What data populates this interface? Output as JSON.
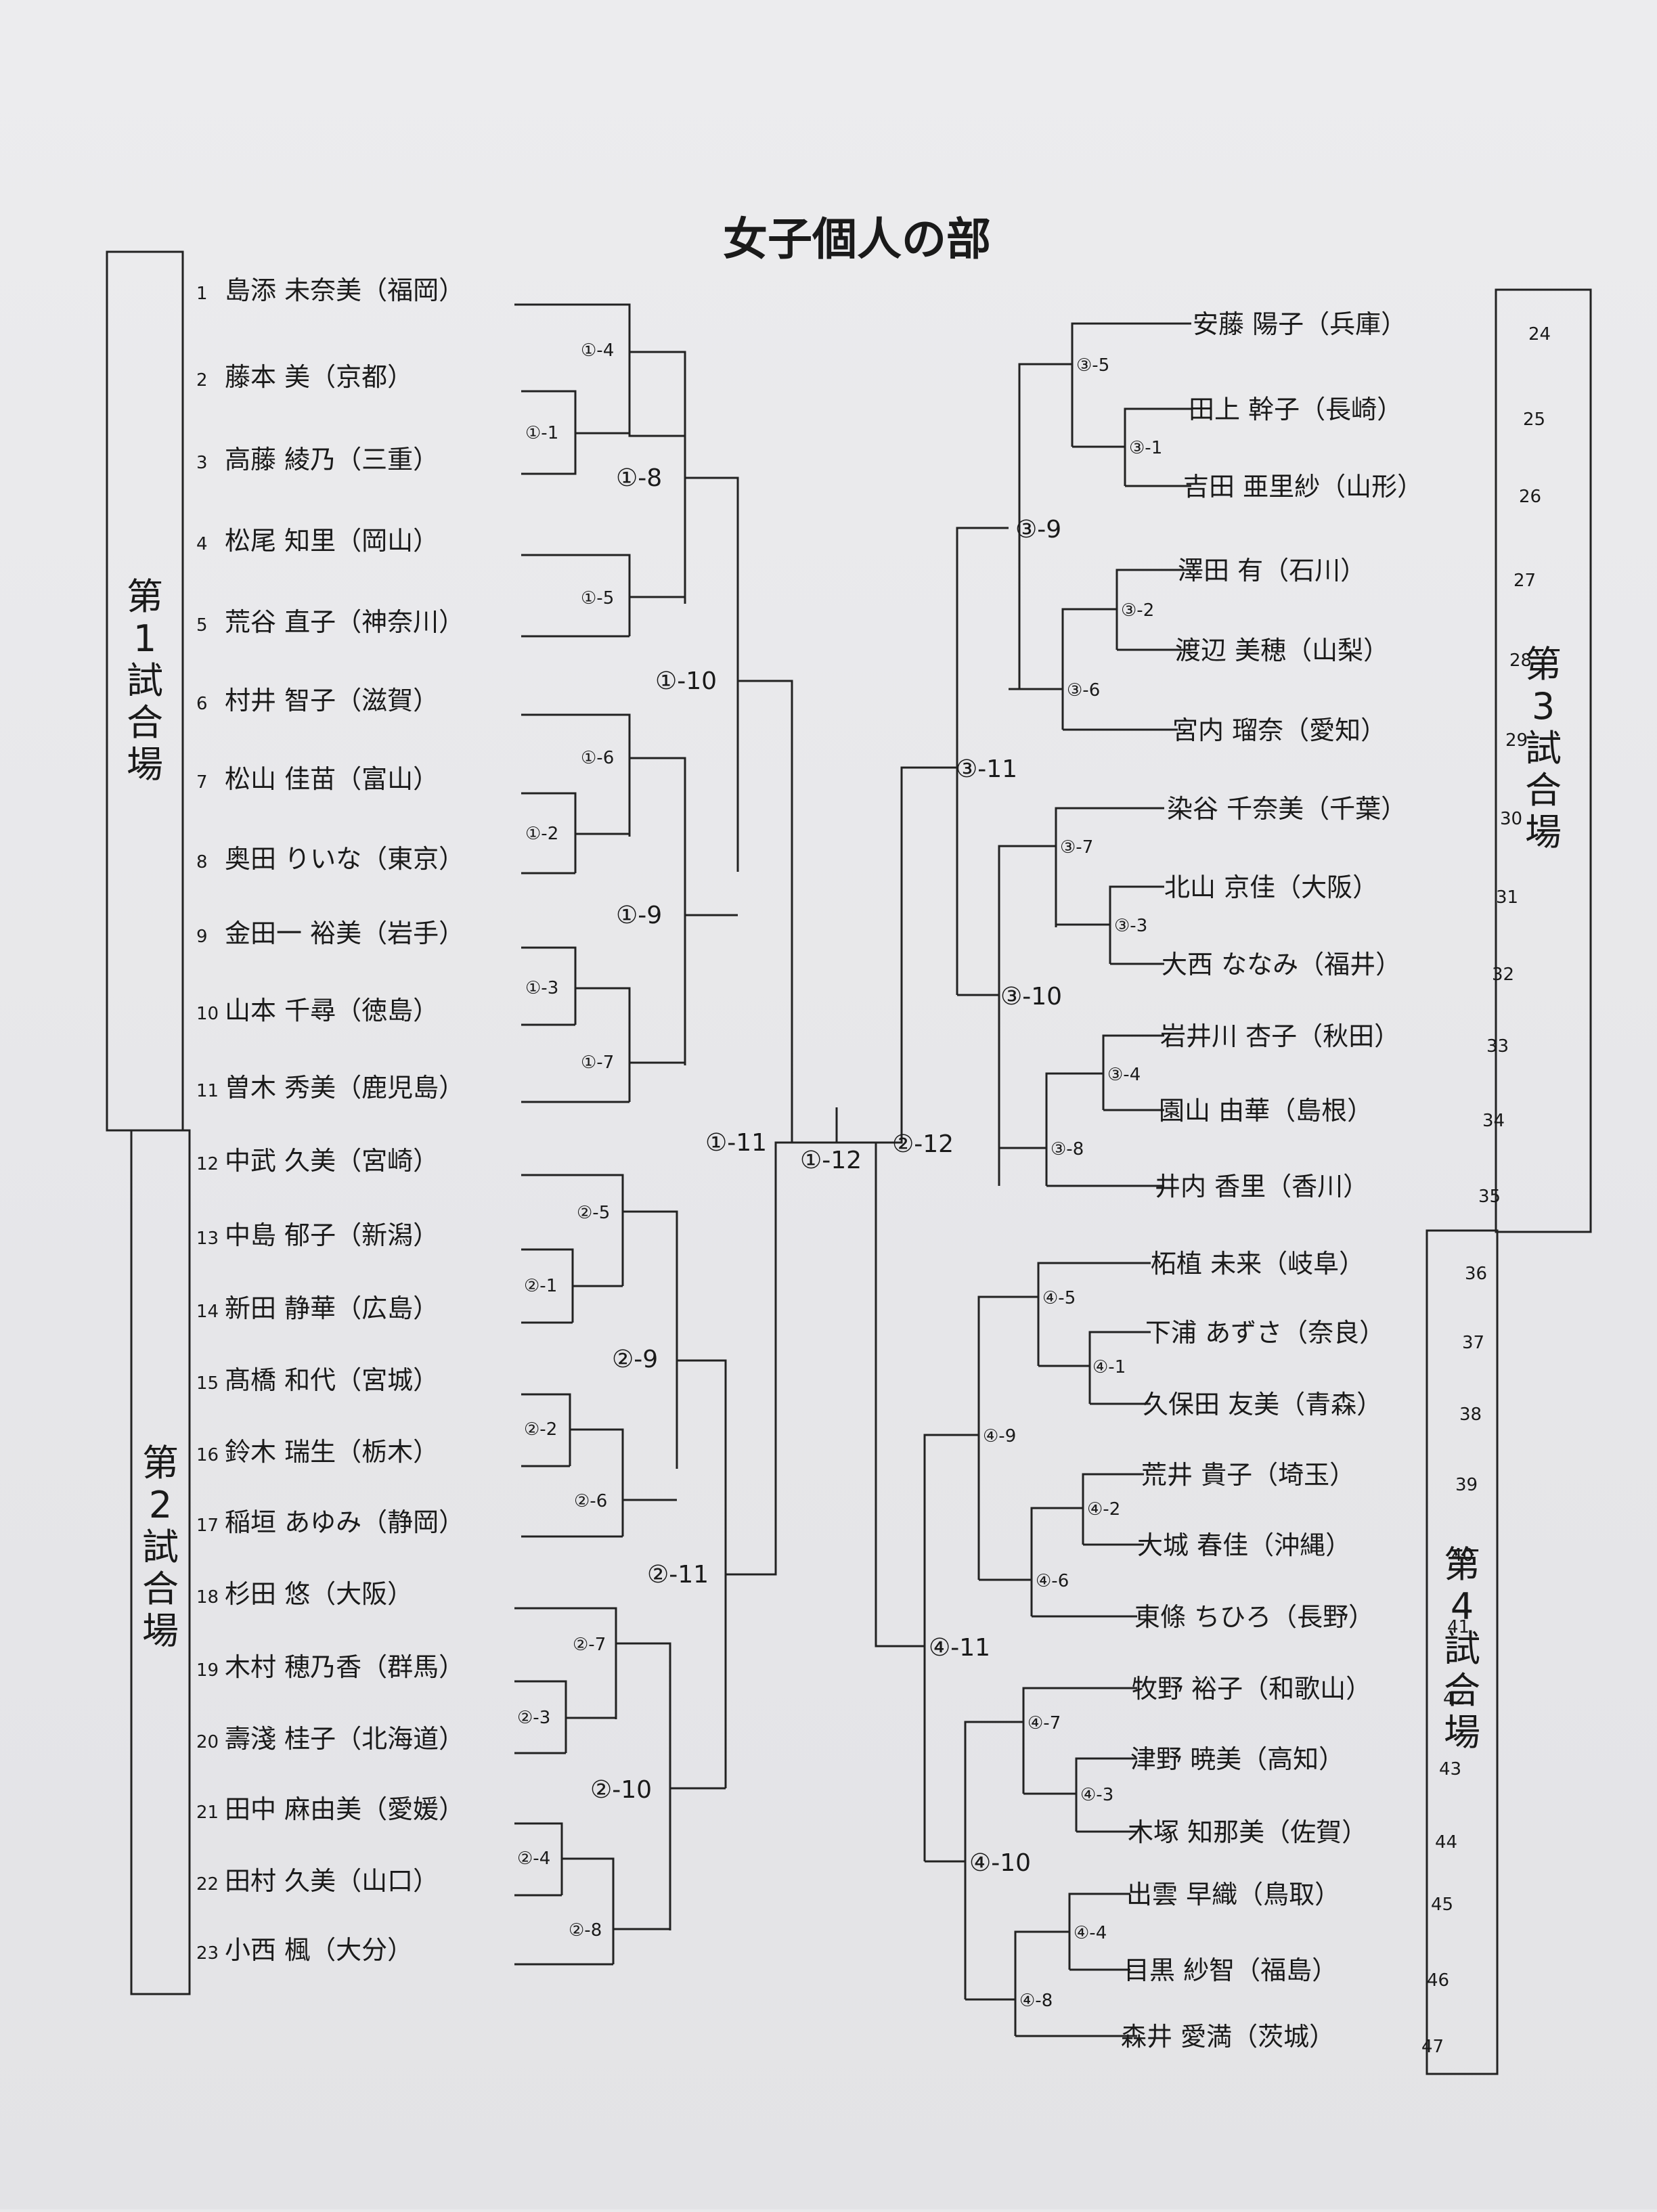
{
  "title": "女子個人の部",
  "courts": [
    {
      "label": "第1試合場"
    },
    {
      "label": "第2試合場"
    },
    {
      "label": "第3試合場"
    },
    {
      "label": "第4試合場"
    }
  ],
  "players_left": [
    {
      "no": "1",
      "name": "島添 未奈美（福岡）"
    },
    {
      "no": "2",
      "name": "藤本 美（京都）"
    },
    {
      "no": "3",
      "name": "高藤 綾乃（三重）"
    },
    {
      "no": "4",
      "name": "松尾 知里（岡山）"
    },
    {
      "no": "5",
      "name": "荒谷 直子（神奈川）"
    },
    {
      "no": "6",
      "name": "村井 智子（滋賀）"
    },
    {
      "no": "7",
      "name": "松山 佳苗（富山）"
    },
    {
      "no": "8",
      "name": "奥田 りいな（東京）"
    },
    {
      "no": "9",
      "name": "金田一 裕美（岩手）"
    },
    {
      "no": "10",
      "name": "山本 千尋（徳島）"
    },
    {
      "no": "11",
      "name": "曽木 秀美（鹿児島）"
    },
    {
      "no": "12",
      "name": "中武 久美（宮崎）"
    },
    {
      "no": "13",
      "name": "中島 郁子（新潟）"
    },
    {
      "no": "14",
      "name": "新田 静華（広島）"
    },
    {
      "no": "15",
      "name": "髙橋 和代（宮城）"
    },
    {
      "no": "16",
      "name": "鈴木 瑞生（栃木）"
    },
    {
      "no": "17",
      "name": "稲垣 あゆみ（静岡）"
    },
    {
      "no": "18",
      "name": "杉田 悠（大阪）"
    },
    {
      "no": "19",
      "name": "木村 穂乃香（群馬）"
    },
    {
      "no": "20",
      "name": "壽淺 桂子（北海道）"
    },
    {
      "no": "21",
      "name": "田中 麻由美（愛媛）"
    },
    {
      "no": "22",
      "name": "田村 久美（山口）"
    },
    {
      "no": "23",
      "name": "小西 楓（大分）"
    }
  ],
  "players_right": [
    {
      "no": "24",
      "name": "安藤 陽子（兵庫）"
    },
    {
      "no": "25",
      "name": "田上 幹子（長崎）"
    },
    {
      "no": "26",
      "name": "吉田 亜里紗（山形）"
    },
    {
      "no": "27",
      "name": "澤田 有（石川）"
    },
    {
      "no": "28",
      "name": "渡辺 美穂（山梨）"
    },
    {
      "no": "29",
      "name": "宮内 瑠奈（愛知）"
    },
    {
      "no": "30",
      "name": "染谷 千奈美（千葉）"
    },
    {
      "no": "31",
      "name": "北山 京佳（大阪）"
    },
    {
      "no": "32",
      "name": "大西 ななみ（福井）"
    },
    {
      "no": "33",
      "name": "岩井川 杏子（秋田）"
    },
    {
      "no": "34",
      "name": "園山 由華（島根）"
    },
    {
      "no": "35",
      "name": "井内 香里（香川）"
    },
    {
      "no": "36",
      "name": "柘植 未来（岐阜）"
    },
    {
      "no": "37",
      "name": "下浦 あずさ（奈良）"
    },
    {
      "no": "38",
      "name": "久保田 友美（青森）"
    },
    {
      "no": "39",
      "name": "荒井 貴子（埼玉）"
    },
    {
      "no": "40",
      "name": "大城 春佳（沖縄）"
    },
    {
      "no": "41",
      "name": "東條 ちひろ（長野）"
    },
    {
      "no": "42",
      "name": "牧野 裕子（和歌山）"
    },
    {
      "no": "43",
      "name": "津野 暁美（高知）"
    },
    {
      "no": "44",
      "name": "木塚 知那美（佐賀）"
    },
    {
      "no": "45",
      "name": "出雲 早織（鳥取）"
    },
    {
      "no": "46",
      "name": "目黒 紗智（福島）"
    },
    {
      "no": "47",
      "name": "森井 愛満（茨城）"
    }
  ],
  "matches": {
    "m1_1": "①-1",
    "m1_2": "①-2",
    "m1_3": "①-3",
    "m1_4": "①-4",
    "m1_5": "①-5",
    "m1_6": "①-6",
    "m1_7": "①-7",
    "m1_8": "①-8",
    "m1_9": "①-9",
    "m1_10": "①-10",
    "m1_11": "①-11",
    "m1_12": "①-12",
    "m2_1": "②-1",
    "m2_2": "②-2",
    "m2_3": "②-3",
    "m2_4": "②-4",
    "m2_5": "②-5",
    "m2_6": "②-6",
    "m2_7": "②-7",
    "m2_8": "②-8",
    "m2_9": "②-9",
    "m2_10": "②-10",
    "m2_11": "②-11",
    "m2_12": "②-12",
    "m3_1": "③-1",
    "m3_2": "③-2",
    "m3_3": "③-3",
    "m3_4": "③-4",
    "m3_5": "③-5",
    "m3_6": "③-6",
    "m3_7": "③-7",
    "m3_8": "③-8",
    "m3_9": "③-9",
    "m3_10": "③-10",
    "m3_11": "③-11",
    "m4_1": "④-1",
    "m4_2": "④-2",
    "m4_3": "④-3",
    "m4_4": "④-4",
    "m4_5": "④-5",
    "m4_6": "④-6",
    "m4_7": "④-7",
    "m4_8": "④-8",
    "m4_9": "④-9",
    "m4_10": "④-10",
    "m4_11": "④-11"
  }
}
